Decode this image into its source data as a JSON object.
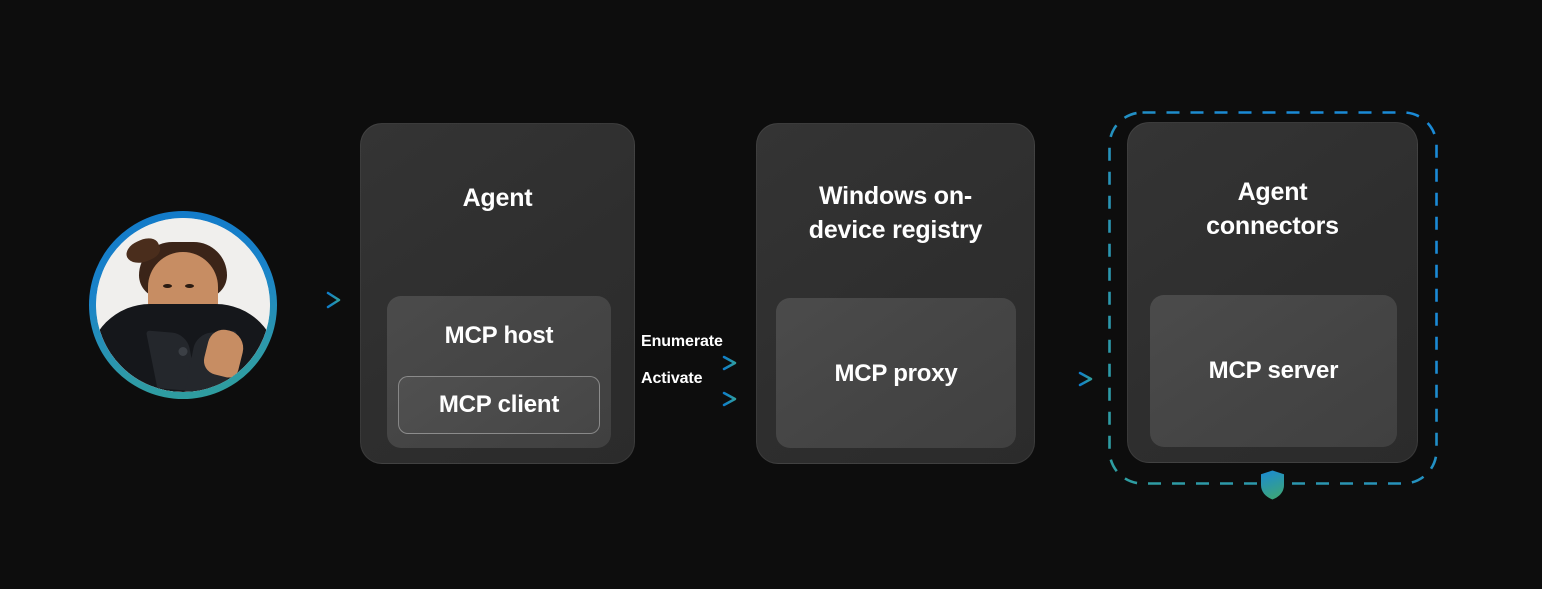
{
  "diagram": {
    "background_color": "#0d0d0d",
    "accent_blue": "#1a8ad6",
    "accent_teal": "#2f9ea0",
    "text_color": "#ffffff"
  },
  "actor": {
    "name": "user-avatar",
    "icon": "user-avatar-photo",
    "ring_gradient_start": "#1179c9",
    "ring_gradient_end": "#2f9e9b"
  },
  "cards": {
    "agent": {
      "title": "Agent",
      "inner": {
        "label": "MCP host",
        "sub": {
          "label": "MCP client"
        }
      }
    },
    "registry": {
      "title": "Windows on-device registry",
      "title_line1": "Windows on-",
      "title_line2": "device registry",
      "inner": {
        "label": "MCP proxy"
      }
    },
    "connectors": {
      "title": "Agent connectors",
      "title_line1": "Agent",
      "title_line2": "connectors",
      "inner": {
        "label": "MCP server"
      },
      "secure_boundary": {
        "icon": "shield-icon",
        "style": "dashed",
        "color_start": "#1a8ad6",
        "color_end": "#2f9ea0"
      }
    }
  },
  "arrows": [
    {
      "name": "user-to-agent",
      "label": ""
    },
    {
      "name": "agent-to-registry-enumerate",
      "label": "Enumerate"
    },
    {
      "name": "agent-to-registry-activate",
      "label": "Activate"
    },
    {
      "name": "registry-to-connectors",
      "label": ""
    }
  ],
  "labels": {
    "enumerate": "Enumerate",
    "activate": "Activate"
  }
}
